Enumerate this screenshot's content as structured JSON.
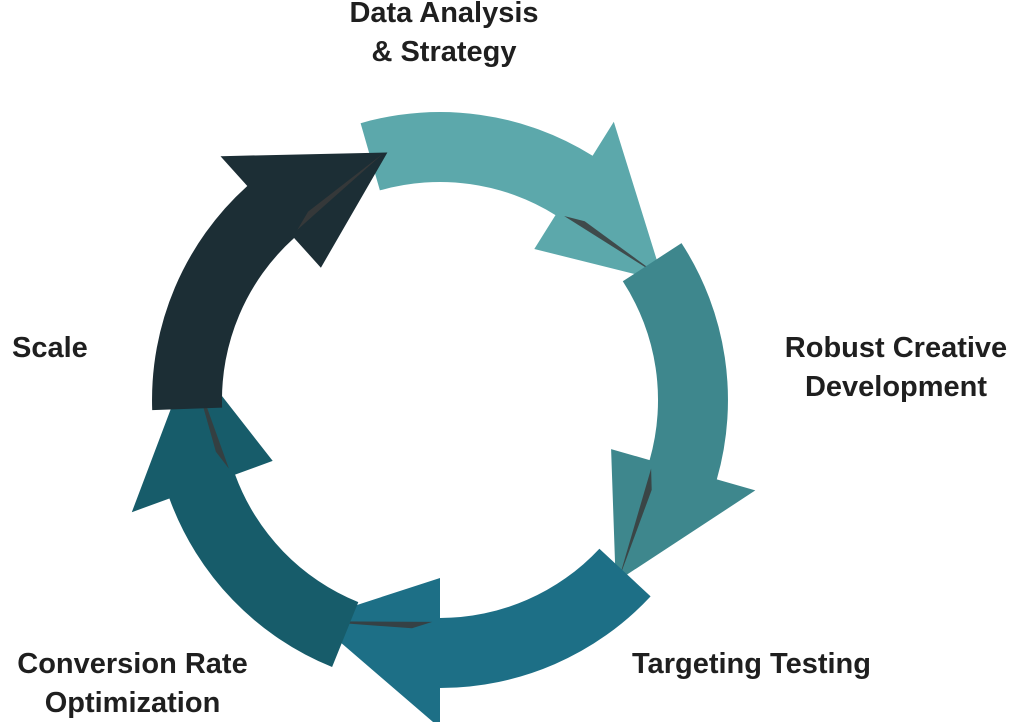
{
  "diagram": {
    "type": "cycle",
    "stages": [
      {
        "lines": [
          "Data Analysis",
          "& Strategy"
        ],
        "color": "#5ca8ab"
      },
      {
        "lines": [
          "Robust Creative",
          "Development"
        ],
        "color": "#3e878d"
      },
      {
        "lines": [
          "Targeting Testing"
        ],
        "color": "#1d6f86"
      },
      {
        "lines": [
          "Conversion Rate",
          "Optimization"
        ],
        "color": "#175c6a"
      },
      {
        "lines": [
          "Scale"
        ],
        "color": "#1c2e35"
      }
    ],
    "shadow_color": "#3a3a3a"
  }
}
